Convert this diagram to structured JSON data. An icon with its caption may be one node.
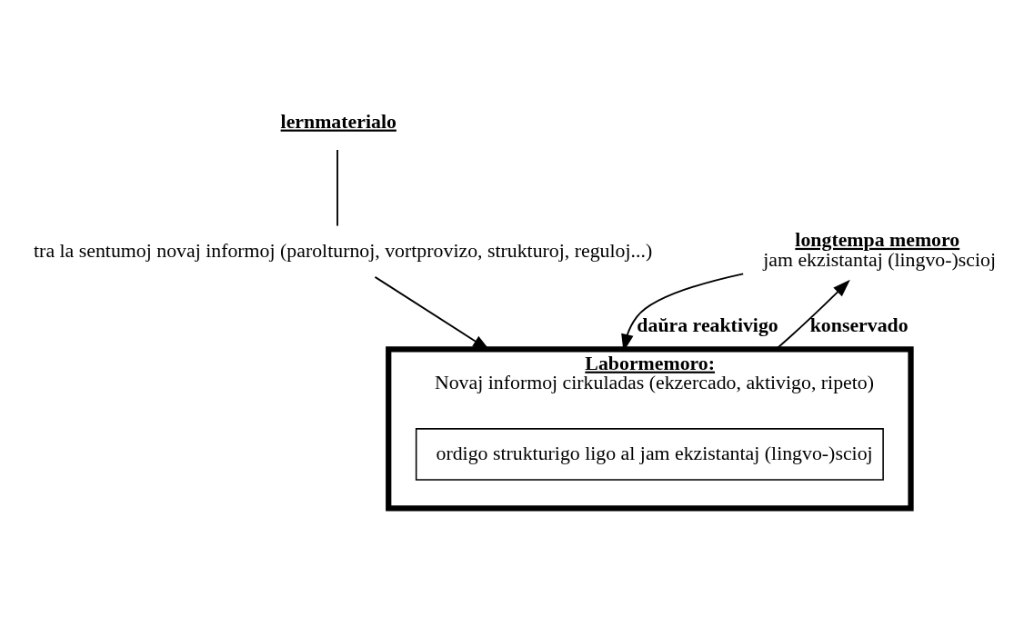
{
  "diagram": {
    "nodes": [
      {
        "text": [
          "lernmaterialo"
        ]
      },
      {
        "text": [
          "tra la sentumoj novaj informoj (parolturnoj, vortprovizo, strukturoj, reguloj...)"
        ]
      },
      {
        "text": [
          "longtempa memoro",
          "jam ekzistantaj (lingvo-)scioj"
        ]
      },
      {
        "text": [
          "Labormemoro:",
          "Novaj informoj cirkuladas (ekzercado, aktivigo, ripeto)"
        ]
      },
      {
        "text": [
          "ordigo strukturigo ligo al jam ekzistantaj (lingvo-)scioj"
        ],
        "in": 3
      }
    ],
    "edges": [
      {
        "from": 0,
        "to": 1,
        "arrow": "none"
      },
      {
        "from": 1,
        "to": 3,
        "arrow": "to"
      },
      {
        "from": 2,
        "to": 3,
        "arrow": "to",
        "label": "daŭra reaktivigo"
      },
      {
        "from": 3,
        "to": 2,
        "arrow": "to",
        "label": "konservado"
      }
    ]
  }
}
